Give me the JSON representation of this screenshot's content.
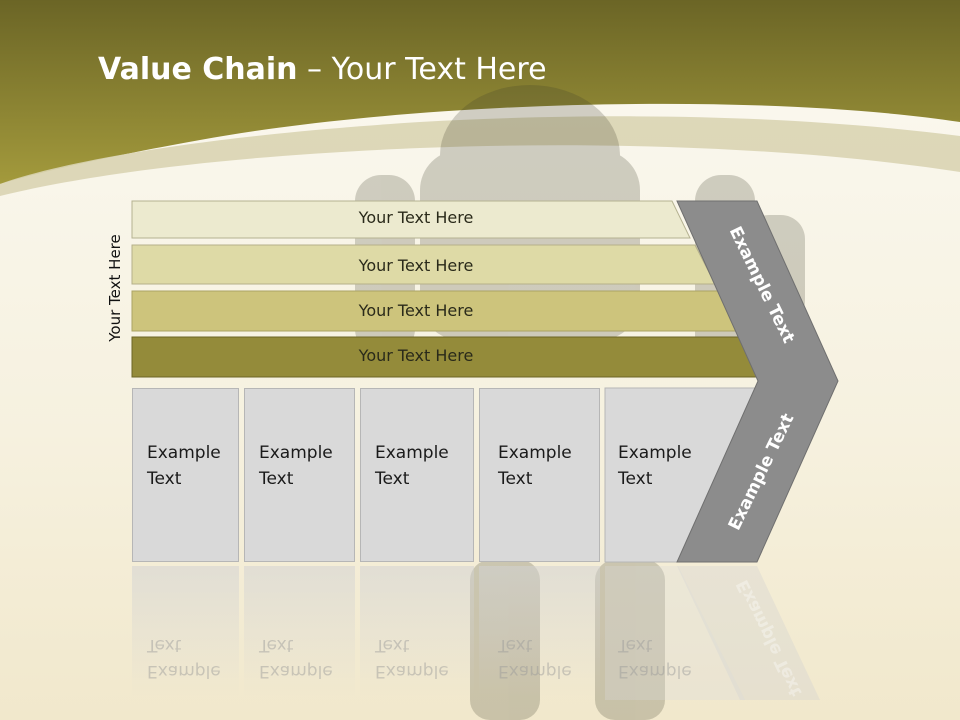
{
  "title": {
    "strong": "Value Chain",
    "rest": " – Your Text Here"
  },
  "side_label": "Your Text Here",
  "rows": [
    {
      "label": "Your Text Here",
      "color": "#eceacf"
    },
    {
      "label": "Your Text Here",
      "color": "#dedaa6"
    },
    {
      "label": "Your Text Here",
      "color": "#cdc47c"
    },
    {
      "label": "Your Text Here",
      "color": "#948b3a"
    }
  ],
  "boxes": [
    {
      "line1": "Example",
      "line2": "Text"
    },
    {
      "line1": "Example",
      "line2": "Text"
    },
    {
      "line1": "Example",
      "line2": "Text"
    },
    {
      "line1": "Example",
      "line2": "Text"
    },
    {
      "line1": "Example",
      "line2": "Text"
    }
  ],
  "chevron": {
    "upper": "Example Text",
    "lower": "Example Text",
    "color": "#8c8c8c"
  },
  "colors": {
    "header": "#8a7f2e",
    "swoosh": "#d8d3b0"
  }
}
